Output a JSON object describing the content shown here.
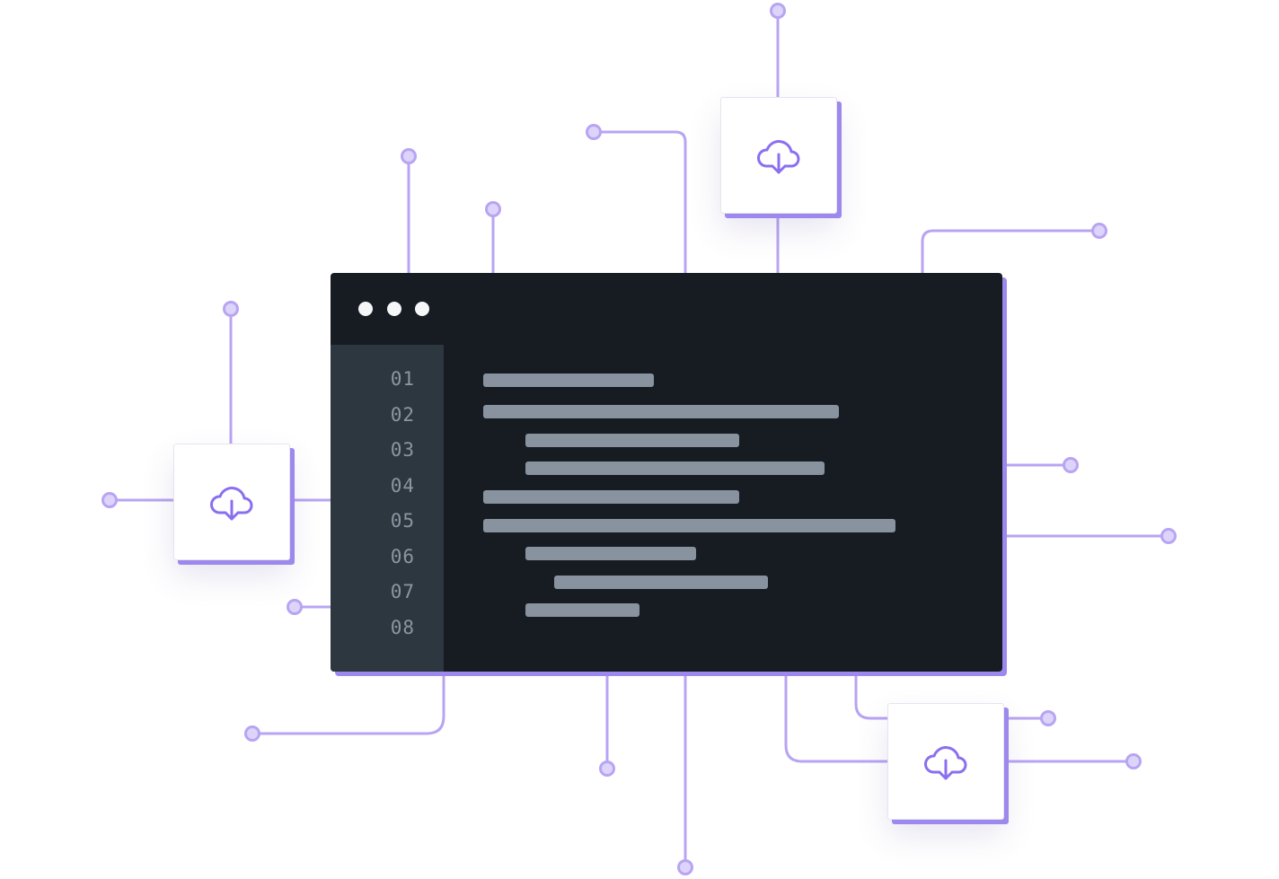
{
  "editor": {
    "window_buttons": [
      "dot",
      "dot",
      "dot"
    ],
    "line_numbers": [
      "01",
      "02",
      "03",
      "04",
      "05",
      "06",
      "07",
      "08"
    ]
  },
  "download_cards": [
    {
      "icon": "cloud-download-icon"
    },
    {
      "icon": "cloud-download-icon"
    },
    {
      "icon": "cloud-download-icon"
    }
  ],
  "colors": {
    "accent": "#9d88ee",
    "connector": "#b8a4f2",
    "editor_bg": "#171c22",
    "gutter_bg": "#2c3740",
    "code_placeholder": "#8993a0"
  }
}
